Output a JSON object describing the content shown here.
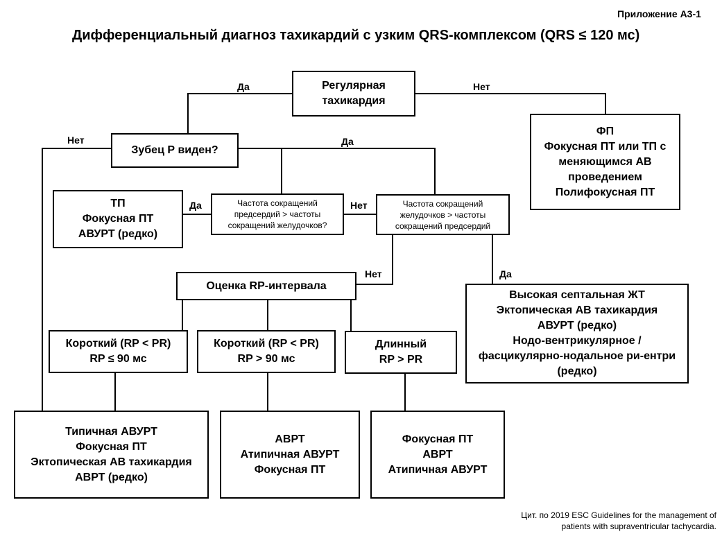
{
  "appendix": "Приложение А3-1",
  "title": "Дифференциальный диагноз тахикардий с узким QRS-комплексом (QRS ≤ 120 мс)",
  "boxes": {
    "regular": [
      "Регулярная",
      "тахикардия"
    ],
    "fp": [
      "ФП",
      "Фокусная ПТ или ТП с",
      "меняющимся АВ",
      "проведением",
      "Полифокусная ПТ"
    ],
    "pwave": [
      "Зубец Р виден?"
    ],
    "tp": [
      "ТП",
      "Фокусная ПТ",
      "АВУРТ (редко)"
    ],
    "atr_gt_vent": [
      "Частота сокращений",
      "предсердий > частоты",
      "сокращений желудочков?"
    ],
    "vent_gt_atr": [
      "Частота сокращений",
      "желудочков > частоты",
      "сокращений предсердий"
    ],
    "rp_eval": [
      "Оценка RP-интервала"
    ],
    "vent_result": [
      "Высокая септальная ЖТ",
      "Эктопическая АВ тахикардия",
      "АВУРТ (редко)",
      "Нодо-вентрикулярное /",
      "фасцикулярно-нодальное ри-ентри",
      "(редко)"
    ],
    "short1": [
      "Короткий (RP < PR)",
      "RP ≤ 90 мс"
    ],
    "short2": [
      "Короткий (RP < PR)",
      "RP > 90 мс"
    ],
    "long": [
      "Длинный",
      "RP > PR"
    ],
    "out1": [
      "Типичная АВУРТ",
      "Фокусная ПТ",
      "Эктопическая АВ тахикардия",
      "АВРТ (редко)"
    ],
    "out2": [
      "АВРТ",
      "Атипичная АВУРТ",
      "Фокусная ПТ"
    ],
    "out3": [
      "Фокусная ПТ",
      "АВРТ",
      "Атипичная АВУРТ"
    ]
  },
  "labels": {
    "yes": "Да",
    "no": "Нет"
  },
  "citation": [
    "Цит. по 2019 ESC Guidelines for the management of",
    "patients with supraventricular tachycardia."
  ]
}
